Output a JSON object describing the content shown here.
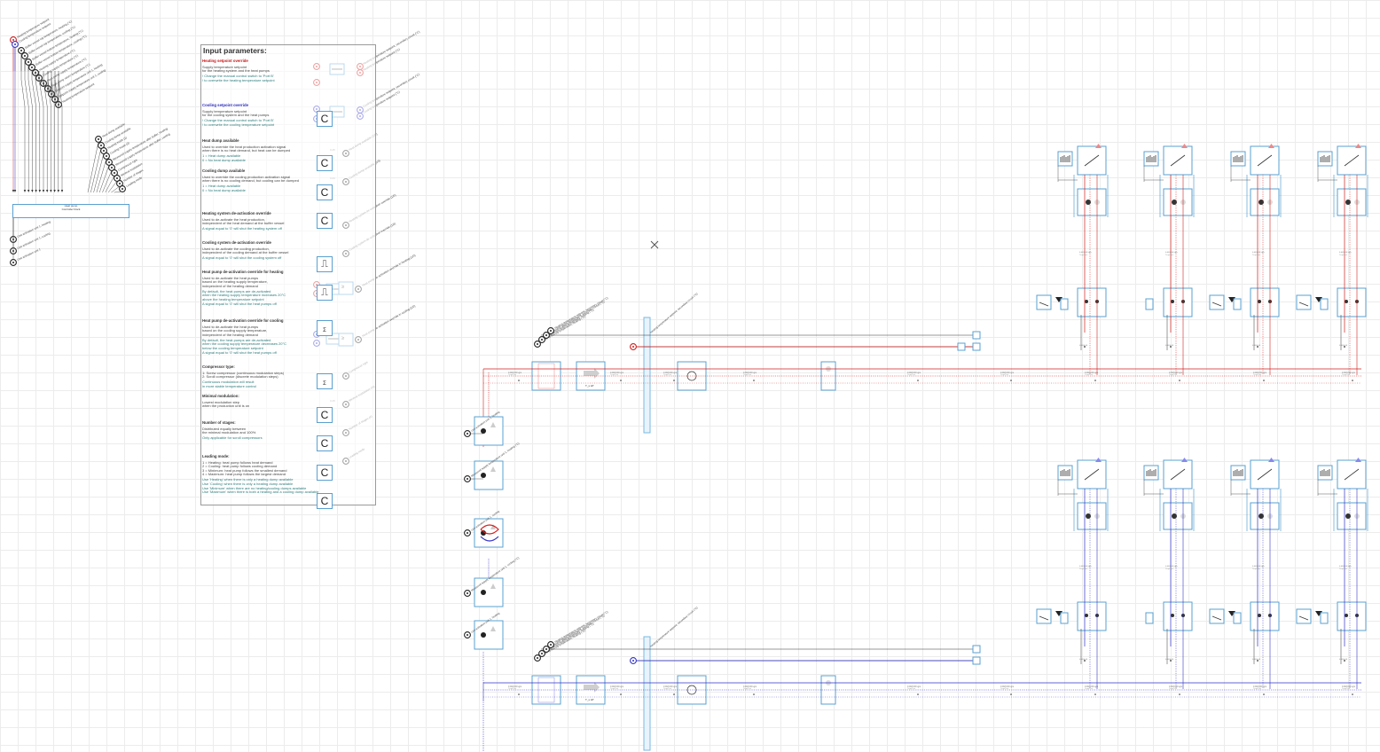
{
  "panel": {
    "title": "Input parameters:",
    "sections": [
      {
        "title": "Heating setpoint override",
        "lines": [
          "Supply temperature setpoint",
          "for the heating system and the heat pumps"
        ],
        "notes": [
          "! Change the manual control switch to 'Port B'",
          "! to overwrite the heating temperature setpoint"
        ],
        "color": "red"
      },
      {
        "title": "Cooling setpoint override",
        "lines": [
          "Supply temperature setpoint",
          "for the cooling system and the heat pumps"
        ],
        "notes": [
          "! Change the manual control switch to 'Port B'",
          "! to overwrite the cooling temperature setpoint"
        ],
        "color": "blue"
      },
      {
        "title": "Heat dump available",
        "lines": [
          "Used to override the heat production activation signal",
          "when there is no heat demand, but heat can be dumped"
        ],
        "notes": [
          "1 = Heat dump available",
          "0 = No heat dump available"
        ],
        "color": "dark"
      },
      {
        "title": "Cooling dump available",
        "lines": [
          "Used to override the cooling production activation signal",
          "when there is no cooling demand, but cooling can be dumped"
        ],
        "notes": [
          "1 = Heat dump available",
          "0 = No heat dump available"
        ],
        "color": "dark"
      },
      {
        "title": "Heating system de-activation override",
        "lines": [
          "Used to de-activate the heat production,",
          "independent of the heat demand at the buffer vessel"
        ],
        "notes": [
          "A signal equal to '0' will shut the heating system off"
        ],
        "color": "dark"
      },
      {
        "title": "Cooling system de-activation override",
        "lines": [
          "Used to de-activate the cooling production,",
          "independent of the cooling demand at the buffer vessel"
        ],
        "notes": [
          "A signal equal to '0' will shut the cooling system off"
        ],
        "color": "dark"
      },
      {
        "title": "Heat pump de-activation override for heating",
        "lines": [
          "Used to de-activate the heat pumps",
          "based on the heating supply temperature,",
          "independent of the heating demand"
        ],
        "notes": [
          "By default, the heat pumps are de-activated",
          "when the heating supply temperature increases 20°C",
          "above the heating temperature setpoint",
          "A signal equal to '0' will shut the heat pumps off"
        ],
        "color": "dark"
      },
      {
        "title": "Heat pump de-activation override for cooling",
        "lines": [
          "Used to de-activate the heat pumps",
          "based on the cooling supply temperature,",
          "independent of the heating demand"
        ],
        "notes": [
          "By default, the heat pumps are de-activated",
          "when the cooling supply temperature decreases 20°C",
          "below the cooling temperature setpoint",
          "A signal equal to '0' will shut the heat pumps off"
        ],
        "color": "dark"
      },
      {
        "title": "Compressor type:",
        "lines": [
          "1: Screw compressor (continuous modulation steps)",
          "2: Scroll compressor (discrete modulation steps)"
        ],
        "notes": [
          "Continuous modulation will result",
          "in more stable temperature control"
        ],
        "color": "dark"
      },
      {
        "title": "Minimal modulation:",
        "lines": [
          "Lowest modulation step",
          "when the production unit is on"
        ],
        "notes": [],
        "color": "dark"
      },
      {
        "title": "Number of stages:",
        "lines": [
          "Distributed equally between",
          "the minimal modulation and 100%"
        ],
        "notes": [
          "Only applicable for scroll compressors"
        ],
        "color": "dark"
      },
      {
        "title": "Leading mode:",
        "lines": [
          "1 = Heating: heat pump follows heat demand",
          "2 = Cooling: heat pump follows cooling demand",
          "3 = Minimum: heat pump follows the smallest demand",
          "4 = Maximum: heat pump follows the largest demand"
        ],
        "notes": [
          "Use 'Heating' when there is only a heating dump available",
          "Use 'Cooling' when there is only a heating dump available",
          "Use 'Minimum' when there are no heating/cooling dumps available",
          "Use 'Maximum' when there is both a heating and a cooling dump available"
        ],
        "color": "dark"
      }
    ],
    "const_label": "C"
  },
  "left_ports": [
    "Heating temperature setpoint",
    "Cooling temperature setpoint",
    "Buffer vessel top temperature, heating (°C)",
    "Buffer vessel top temperature, cooling (°C)",
    "Buffer vessel bottom temperature, heating (°C)",
    "Buffer vessel bottom temperature, cooling (°C)",
    "Heating supply temperature (°C)",
    "Cooling supply temperature (°C)",
    "Heat pump supply temperature (°C)",
    "Heat pump return temperature (°C)",
    "Setpoint supply temperature unit 1, heating",
    "Setpoint supply temperature unit 1, cooling"
  ],
  "controller": {
    "line1": "Heat pump",
    "line2": "Controller block"
  },
  "mid_ports": [
    "Heat dump available",
    "Cooling dump available",
    "Heating mode (1)",
    "Cooling mode (2)",
    "Measured supply temperature after buffer, heating",
    "Measured supply temperature after buffer, cooling",
    "Compressor type",
    "Minimal modulation",
    "Number of stages",
    "Leading mode"
  ],
  "bottom_ports": [
    "Unit activation unit 1, heating",
    "Unit activation unit 1, cooling",
    "Unit activation unit 1"
  ],
  "right_outputs": [
    "Heating temperature setpoint, secondary circuit (°C)",
    "Heating temperature setpoint (°C)",
    "Cooling temperature setpoint, secondary circuit (°C)",
    "Cooling temperature setpoint (°C)",
    "Heat dump available (1/0)",
    "Cooling dump available (1/0)",
    "Heating system de-activation override (1/0)",
    "Cooling system de-activation override (1/0)",
    "Heat pump de-activation override in heating (1/0)",
    "Heat pump de-activation override in cooling (1/0)",
    "Compressor type",
    "Minimal modulation (%)",
    "Number of stages (#)",
    "Leading mode"
  ],
  "small_values": [
    "0.25",
    "0.00"
  ],
  "pump_labels": [
    "Buffer vessel top temperature, heating (°C)",
    "Buffer vessel bottom temperature, heating (°C)",
    "Measured supply temperature, secondary circuit (°C)",
    "Heating temperature setpoint, secondary circuit (°C)",
    "Unit activation unit 1, heating",
    "Measured supply temperature unit 1, heating (°C)",
    "Unit activation unit 1, cooling",
    "Measured supply temperature unit 1, cooling (°C)",
    "Buffer vessel top temperature, cooling (°C)",
    "Buffer vessel bottom temperature, cooling (°C)",
    "Cooling temperature setpoint, secondary circuit (°C)"
  ],
  "colors": {
    "heating": "#d21e1e",
    "cooling": "#3232c8",
    "component": "#5aa0d0",
    "wire": "#333333"
  }
}
